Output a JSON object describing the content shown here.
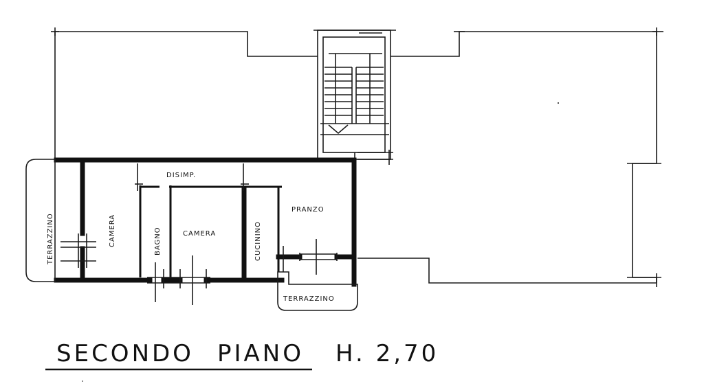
{
  "plan": {
    "rooms": {
      "terrazzino_left": "TERRAZZINO",
      "camera_left": "CAMERA",
      "disimpegno": "DISIMP.",
      "bagno": "BAGNO",
      "camera_center": "CAMERA",
      "cucinino": "CUCININO",
      "pranzo": "PRANZO",
      "terrazzino_bottom": "TERRAZZINO"
    },
    "title": {
      "floor": "SECONDO",
      "piano": "PIANO",
      "height": "H. 2,70"
    }
  }
}
